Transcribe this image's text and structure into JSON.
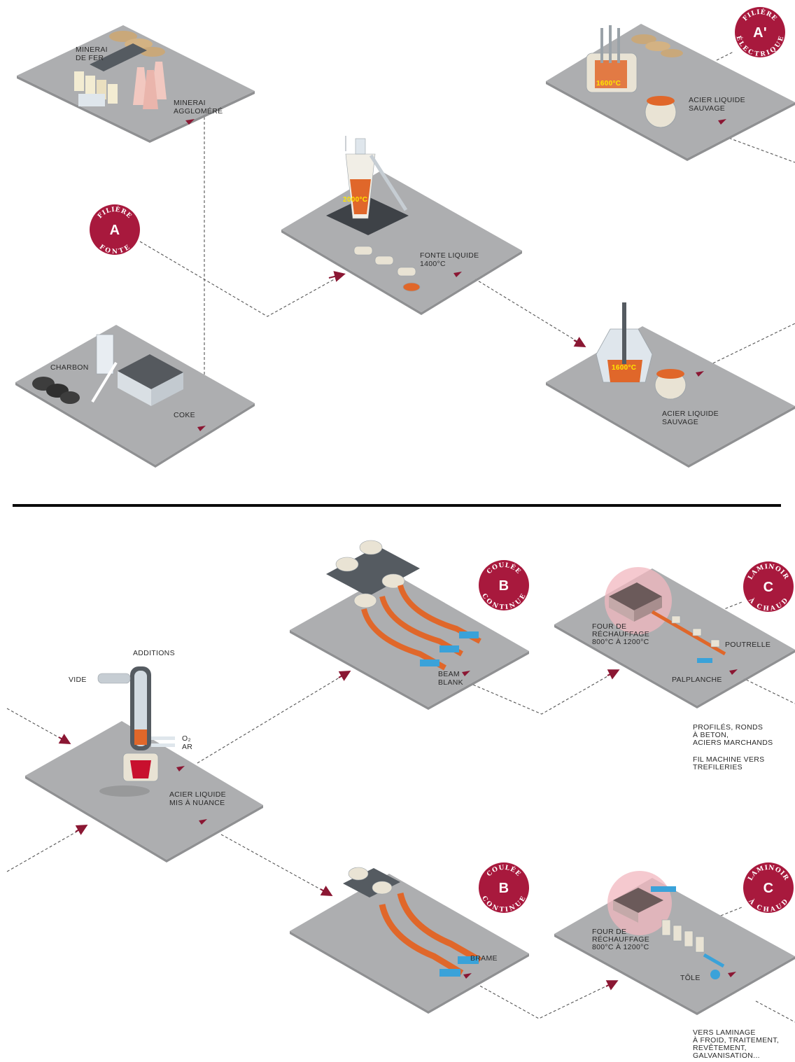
{
  "platforms": {
    "sinter": {
      "label_ore": [
        "MINERAI",
        "DE FER"
      ],
      "label_agglo": [
        "MINERAI",
        "AGGLOMÉRÉ"
      ]
    },
    "coke": {
      "label_coal": "CHARBON",
      "label_coke": "COKE"
    },
    "blast_furnace": {
      "temp": "2000°C",
      "label": [
        "FONTE LIQUIDE",
        "1400°C"
      ]
    },
    "electric": {
      "temp": "1600°C",
      "label": [
        "ACIER LIQUIDE",
        "SAUVAGE"
      ]
    },
    "converter": {
      "temp": "1600°C",
      "label": [
        "ACIER LIQUIDE",
        "SAUVAGE"
      ]
    },
    "ladle": {
      "additions": "ADDITIONS",
      "vide": "VIDE",
      "o2": "O₂",
      "ar": "AR",
      "label": [
        "ACIER LIQUIDE",
        "MIS À NUANCE"
      ]
    },
    "caster_top": {
      "label": [
        "BEAM",
        "BLANK"
      ]
    },
    "caster_bottom": {
      "label": "BRAME"
    },
    "mill_top": {
      "furnace": [
        "FOUR DE",
        "RÉCHAUFFAGE",
        "800°C À 1200°C"
      ],
      "poutrelle": "POUTRELLE",
      "palplanche": "PALPLANCHE"
    },
    "mill_bottom": {
      "furnace": [
        "FOUR DE",
        "RÉCHAUFFAGE",
        "800°C À 1200°C"
      ],
      "tole": "TÔLE"
    }
  },
  "badges": {
    "a": {
      "letter": "A",
      "arc_top": "FILIÈRE",
      "arc_bottom": "FONTE"
    },
    "a_prime": {
      "letter": "A'",
      "arc_top": "FILIÈRE",
      "arc_bottom": "ÉLECTRIQUE"
    },
    "b": {
      "letter": "B",
      "arc_top": "COULÉE",
      "arc_bottom": "CONTINUE"
    },
    "c": {
      "letter": "C",
      "arc_top": "LAMINOIR",
      "arc_bottom": "À CHAUD"
    }
  },
  "notes": {
    "long_products": [
      "PROFILÉS, RONDS",
      "À BETON,",
      "ACIERS MARCHANDS"
    ],
    "wire": [
      "FIL MACHINE VERS",
      "TREFILERIES"
    ],
    "flat_products": [
      "VERS LAMINAGE",
      "À FROID, TRAITEMENT,",
      "REVÊTEMENT,",
      "GALVANISATION..."
    ]
  },
  "colors": {
    "badge": "#a8193d",
    "platform": "#adaeb0",
    "molten": "#e0672a",
    "hot_glow": "#f1b7bf",
    "slab_blue": "#3aa2d9"
  }
}
